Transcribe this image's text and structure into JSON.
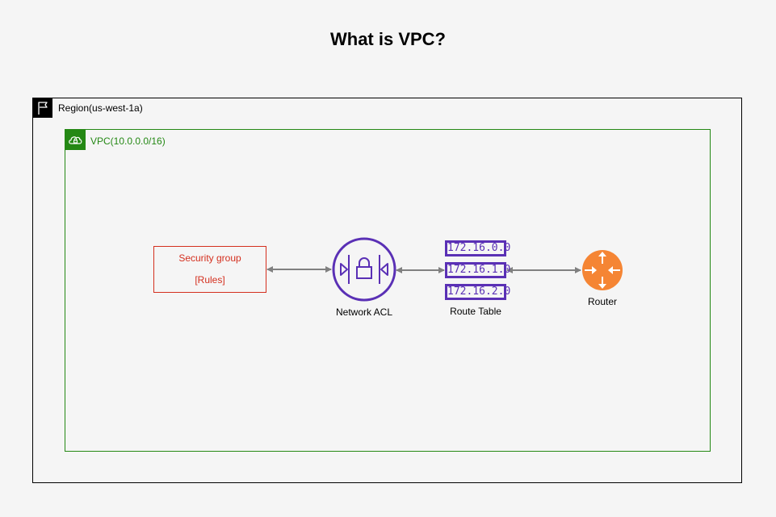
{
  "title": "What is VPC?",
  "region": {
    "label": "Region(us-west-1a)",
    "icon": "flag-icon",
    "color": "#000000"
  },
  "vpc": {
    "label": "VPC(10.0.0.0/16)",
    "icon": "cloud-lock-icon",
    "color": "#248814"
  },
  "security_group": {
    "title": "Security group",
    "rules": "[Rules]",
    "color": "#d42f1e"
  },
  "network_acl": {
    "label": "Network ACL",
    "icon": "network-acl-icon",
    "color": "#5a30b5"
  },
  "route_table": {
    "label": "Route Table",
    "rows": [
      "172.16.0.0",
      "172.16.1.0",
      "172.16.2.0"
    ],
    "color": "#5a30b5"
  },
  "router": {
    "label": "Router",
    "icon": "router-icon",
    "color": "#f58534"
  },
  "connector_color": "#808080"
}
